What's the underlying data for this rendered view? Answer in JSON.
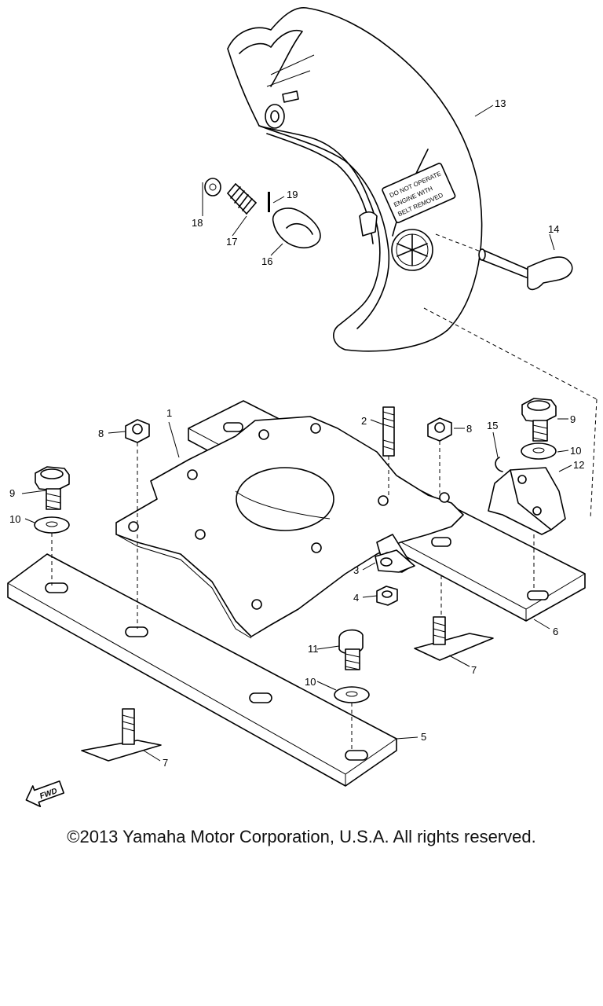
{
  "diagram": {
    "part_labels": {
      "p1": "1",
      "p2": "2",
      "p3": "3",
      "p4": "4",
      "p5": "5",
      "p6": "6",
      "p7a": "7",
      "p7b": "7",
      "p8a": "8",
      "p8b": "8",
      "p9a": "9",
      "p9b": "9",
      "p10a": "10",
      "p10b": "10",
      "p10c": "10",
      "p11": "11",
      "p12": "12",
      "p13": "13",
      "p14": "14",
      "p15": "15",
      "p16": "16",
      "p17": "17",
      "p18": "18",
      "p19": "19"
    },
    "decal_text": [
      "DO NOT OPERATE",
      "ENGINE WITH",
      "BELT REMOVED"
    ],
    "fwd_label": "FWD"
  },
  "footer": {
    "copyright": "©2013 Yamaha Motor Corporation, U.S.A. All rights reserved."
  }
}
